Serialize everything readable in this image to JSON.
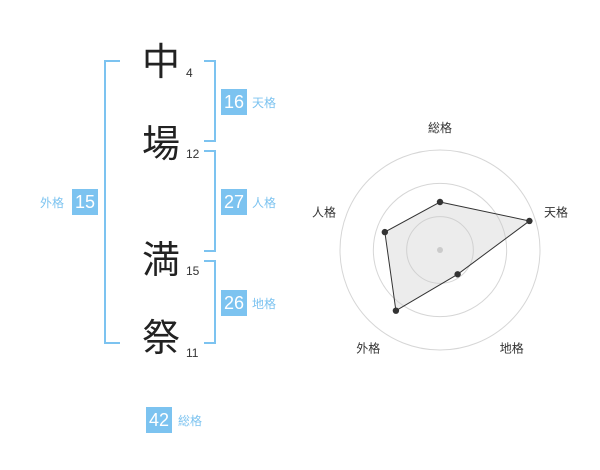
{
  "name_chars": [
    {
      "char": "中",
      "strokes": "4"
    },
    {
      "char": "場",
      "strokes": "12"
    },
    {
      "char": "満",
      "strokes": "15"
    },
    {
      "char": "祭",
      "strokes": "11"
    }
  ],
  "kakusu": {
    "tenkaku": {
      "value": "16",
      "label": "天格"
    },
    "jinkaku": {
      "value": "27",
      "label": "人格"
    },
    "chikaku": {
      "value": "26",
      "label": "地格"
    },
    "gaikaku": {
      "value": "15",
      "label": "外格"
    },
    "soukaku": {
      "value": "42",
      "label": "総格"
    }
  },
  "colors": {
    "accent": "#7cc3f0",
    "text": "#222222"
  },
  "chart_data": {
    "type": "radar",
    "axes": [
      "総格",
      "天格",
      "地格",
      "外格",
      "人格"
    ],
    "values": [
      0.48,
      0.94,
      0.3,
      0.75,
      0.58
    ],
    "range": [
      0,
      1
    ],
    "rings": 3,
    "grid": true
  }
}
